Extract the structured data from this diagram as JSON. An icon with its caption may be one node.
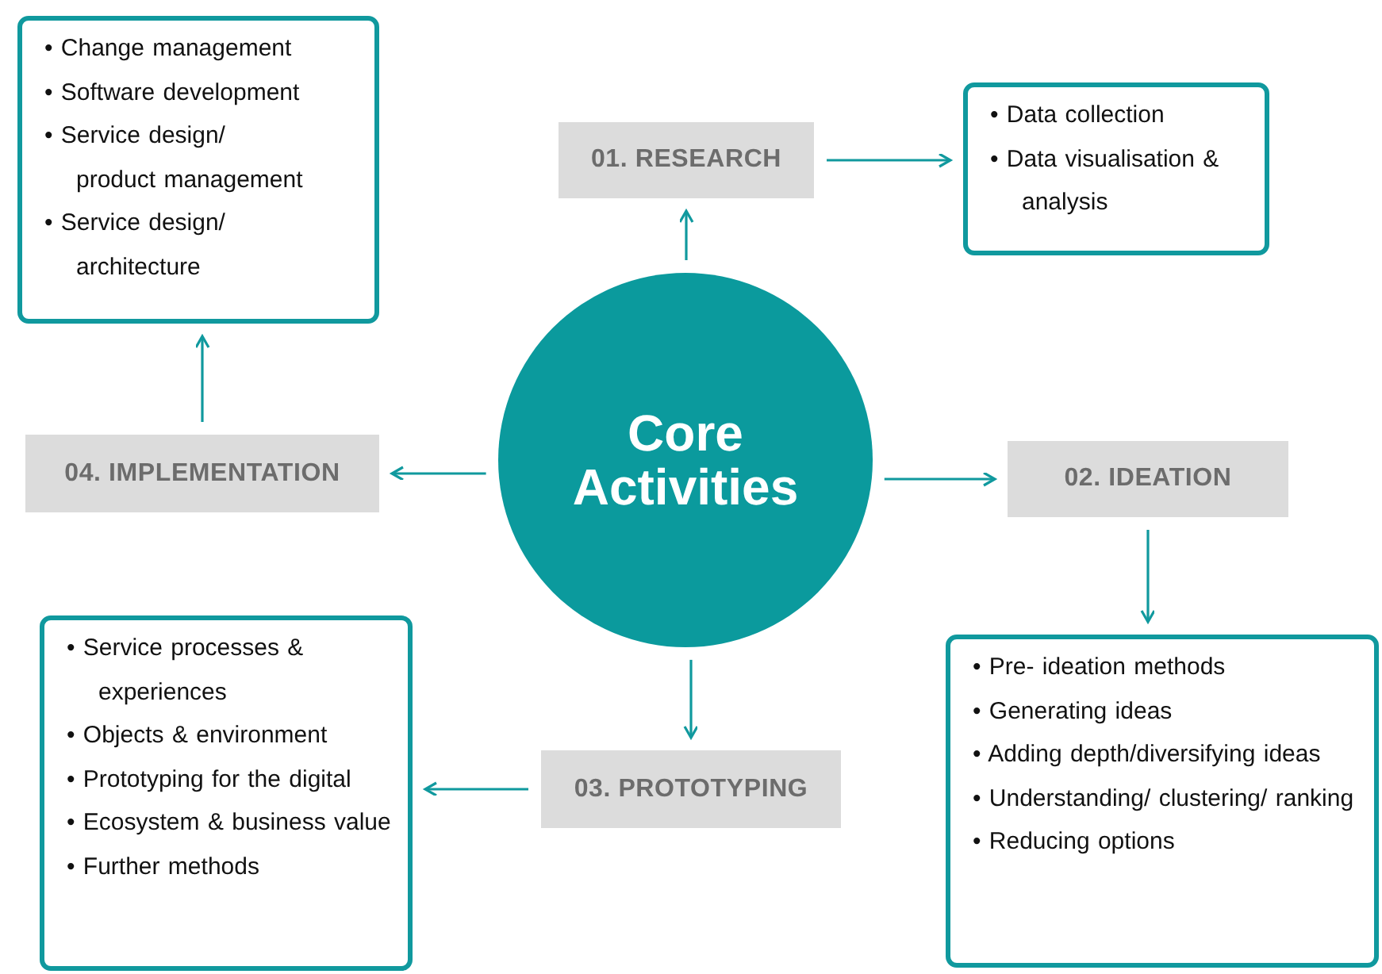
{
  "diagram": {
    "nodes": [
      {
        "text": [
          "Core Activities"
        ]
      },
      {
        "text": [
          "01. RESEARCH"
        ]
      },
      {
        "text": [
          "• Data collection",
          "• Data visualisation & analysis"
        ]
      },
      {
        "text": [
          "02. IDEATION"
        ]
      },
      {
        "text": [
          "• Pre- ideation methods",
          "• Generating ideas",
          "• Adding depth/diversifying ideas",
          "• Understanding/ clustering/ ranking",
          "• Reducing options"
        ]
      },
      {
        "text": [
          "03. PROTOTYPING"
        ]
      },
      {
        "text": [
          "• Service processes & experiences",
          "• Objects & environment",
          "• Prototyping for the digital",
          "• Ecosystem & business value",
          "• Further methods"
        ]
      },
      {
        "text": [
          "04. IMPLEMENTATION"
        ]
      },
      {
        "text": [
          "• Change management",
          "• Software development",
          "• Service design/ product management",
          "• Service design/ architecture"
        ]
      }
    ],
    "edges": [
      {
        "from": 0,
        "to": 1,
        "arrow": "to"
      },
      {
        "from": 1,
        "to": 2,
        "arrow": "to"
      },
      {
        "from": 0,
        "to": 3,
        "arrow": "to"
      },
      {
        "from": 3,
        "to": 4,
        "arrow": "to"
      },
      {
        "from": 0,
        "to": 5,
        "arrow": "to"
      },
      {
        "from": 5,
        "to": 6,
        "arrow": "to"
      },
      {
        "from": 0,
        "to": 7,
        "arrow": "to"
      },
      {
        "from": 7,
        "to": 8,
        "arrow": "to"
      }
    ]
  }
}
